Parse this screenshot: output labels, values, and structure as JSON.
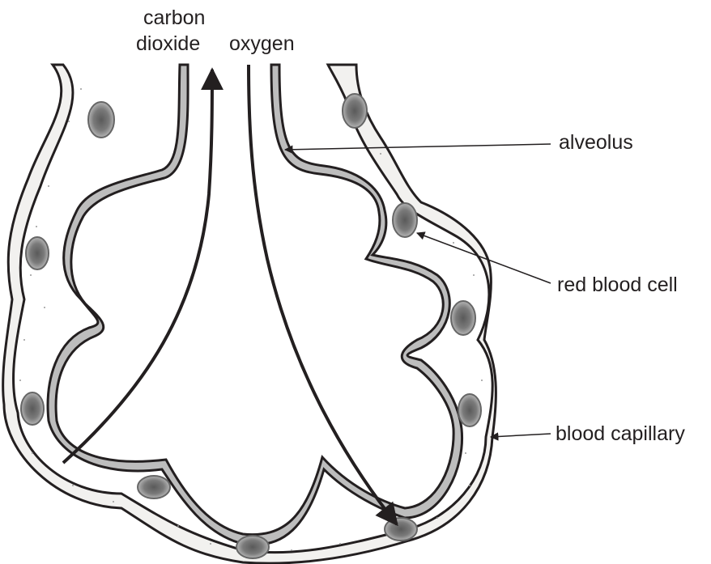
{
  "diagram": {
    "labels": {
      "carbon_dioxide_line1": "carbon",
      "carbon_dioxide_line2": "dioxide",
      "oxygen": "oxygen",
      "alveolus": "alveolus",
      "red_blood_cell": "red blood cell",
      "blood_capillary": "blood capillary"
    },
    "colors": {
      "outline": "#231f20",
      "capillary_fill": "#f2f1ef",
      "wall_fill": "#bdbdbd",
      "cell_outer": "#8a8a8a",
      "cell_inner": "#5a5a5a",
      "background": "#ffffff"
    }
  }
}
